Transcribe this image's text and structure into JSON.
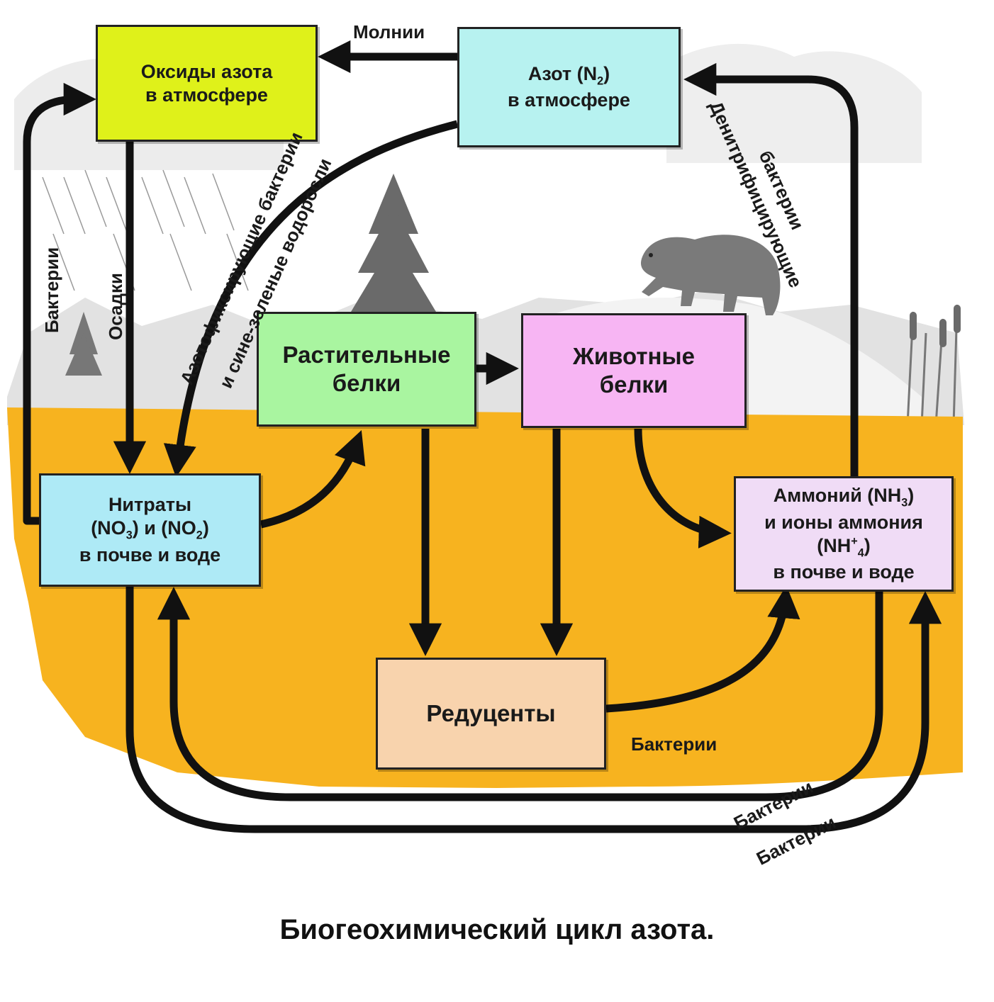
{
  "title": "Биогеохимический цикл азота.",
  "colors": {
    "oxides": "#dff11a",
    "nitrogen": "#b7f2f0",
    "plants": "#a9f5a0",
    "animals": "#f7b5f3",
    "nitrates": "#aeeaf6",
    "ammonium": "#f0dcf6",
    "reducers": "#f8d3ad",
    "soil": "#f7b31f",
    "arrow": "#111111"
  },
  "nodes": {
    "oxides": {
      "line1": "Оксиды азота",
      "line2": "в атмосфере"
    },
    "nitrogen": {
      "line1_pre": "Азот (N",
      "line1_sub": "2",
      "line1_post": ")",
      "line2": "в атмосфере"
    },
    "plants": {
      "line1": "Растительные",
      "line2": "белки"
    },
    "animals": {
      "line1": "Животные",
      "line2": "белки"
    },
    "nitrates": {
      "line1": "Нитраты",
      "line2_a": "(NO",
      "line2_sub1": "3",
      "line2_b": ") и (NO",
      "line2_sub2": "2",
      "line2_c": ")",
      "line3": "в почве и воде"
    },
    "ammonium": {
      "line1_pre": "Аммоний (NH",
      "line1_sub": "3",
      "line1_post": ")",
      "line2": "и ионы аммония",
      "line3_pre": "(NH",
      "line3_sup": "+",
      "line3_sub": "4",
      "line3_post": ")",
      "line4": "в почве и воде"
    },
    "reducers": {
      "label": "Редуценты"
    }
  },
  "edge_labels": {
    "lightning": "Молнии",
    "bacteria_left": "Бактерии",
    "precipitation": "Осадки",
    "fixing_1": "Азотофиксирующие бактерии",
    "fixing_2": "и сине-зеленые водоросли",
    "denitrifying_1": "Денитрифицирующие",
    "denitrifying_2": "бактерии",
    "bacteria_reducers": "Бактерии",
    "bacteria_loop_inner": "Бактерии",
    "bacteria_loop_outer": "Бактерии"
  }
}
